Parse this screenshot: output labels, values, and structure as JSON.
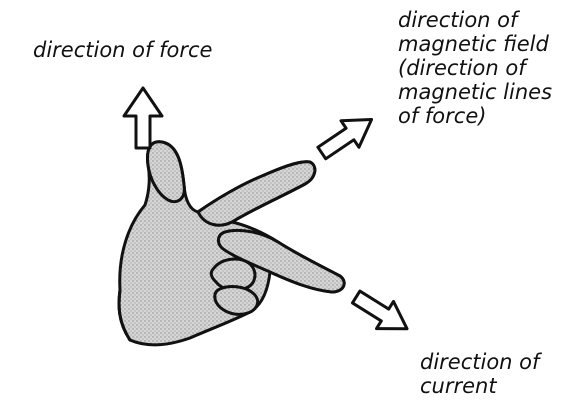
{
  "labels": {
    "force": "direction of force",
    "field": [
      "direction of",
      "magnetic field",
      "(direction of",
      "magnetic lines",
      "of force)"
    ],
    "current": [
      "direction of",
      "current"
    ]
  },
  "colors": {
    "ink": "#111111",
    "skin": "#cfcfcf",
    "background": "#ffffff"
  },
  "icons": [
    "force-arrow-icon",
    "field-arrow-icon",
    "current-arrow-icon",
    "left-hand-illustration"
  ]
}
